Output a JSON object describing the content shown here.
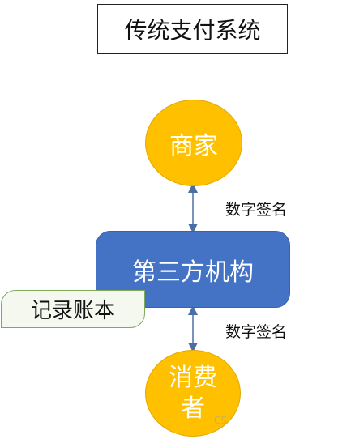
{
  "diagram": {
    "title": "传统支付系统",
    "nodes": {
      "merchant": "商家",
      "third_party": "第三方机构",
      "consumer": "消费者",
      "ledger": "记录账本"
    },
    "edges": [
      {
        "from": "merchant",
        "to": "third_party",
        "label": "数字签名",
        "arrows": "both"
      },
      {
        "from": "third_party",
        "to": "consumer",
        "label": "数字签名",
        "arrows": "both"
      }
    ],
    "watermark": "CS"
  },
  "colors": {
    "circle_fill": "#ffc000",
    "box_fill": "#4472c4",
    "connector": "#4a6fa5",
    "ledger_border": "#7fa85c"
  }
}
